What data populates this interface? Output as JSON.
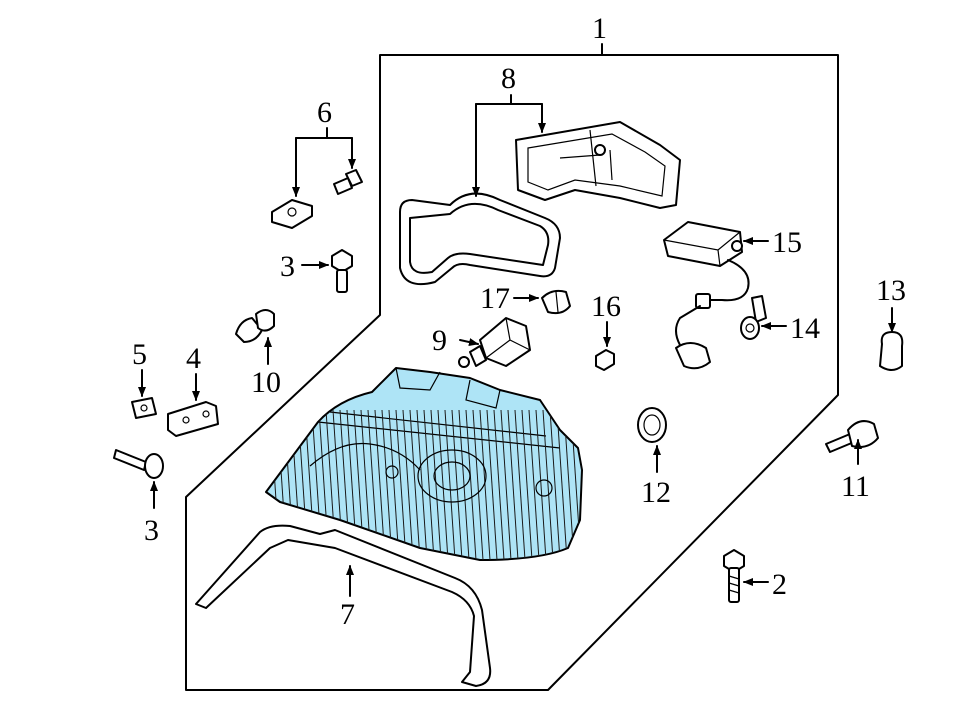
{
  "diagram": {
    "highlight_color": "#aee4f6",
    "callouts": [
      "1",
      "2",
      "3",
      "3",
      "4",
      "5",
      "6",
      "7",
      "8",
      "9",
      "10",
      "11",
      "12",
      "13",
      "14",
      "15",
      "16",
      "17"
    ]
  }
}
